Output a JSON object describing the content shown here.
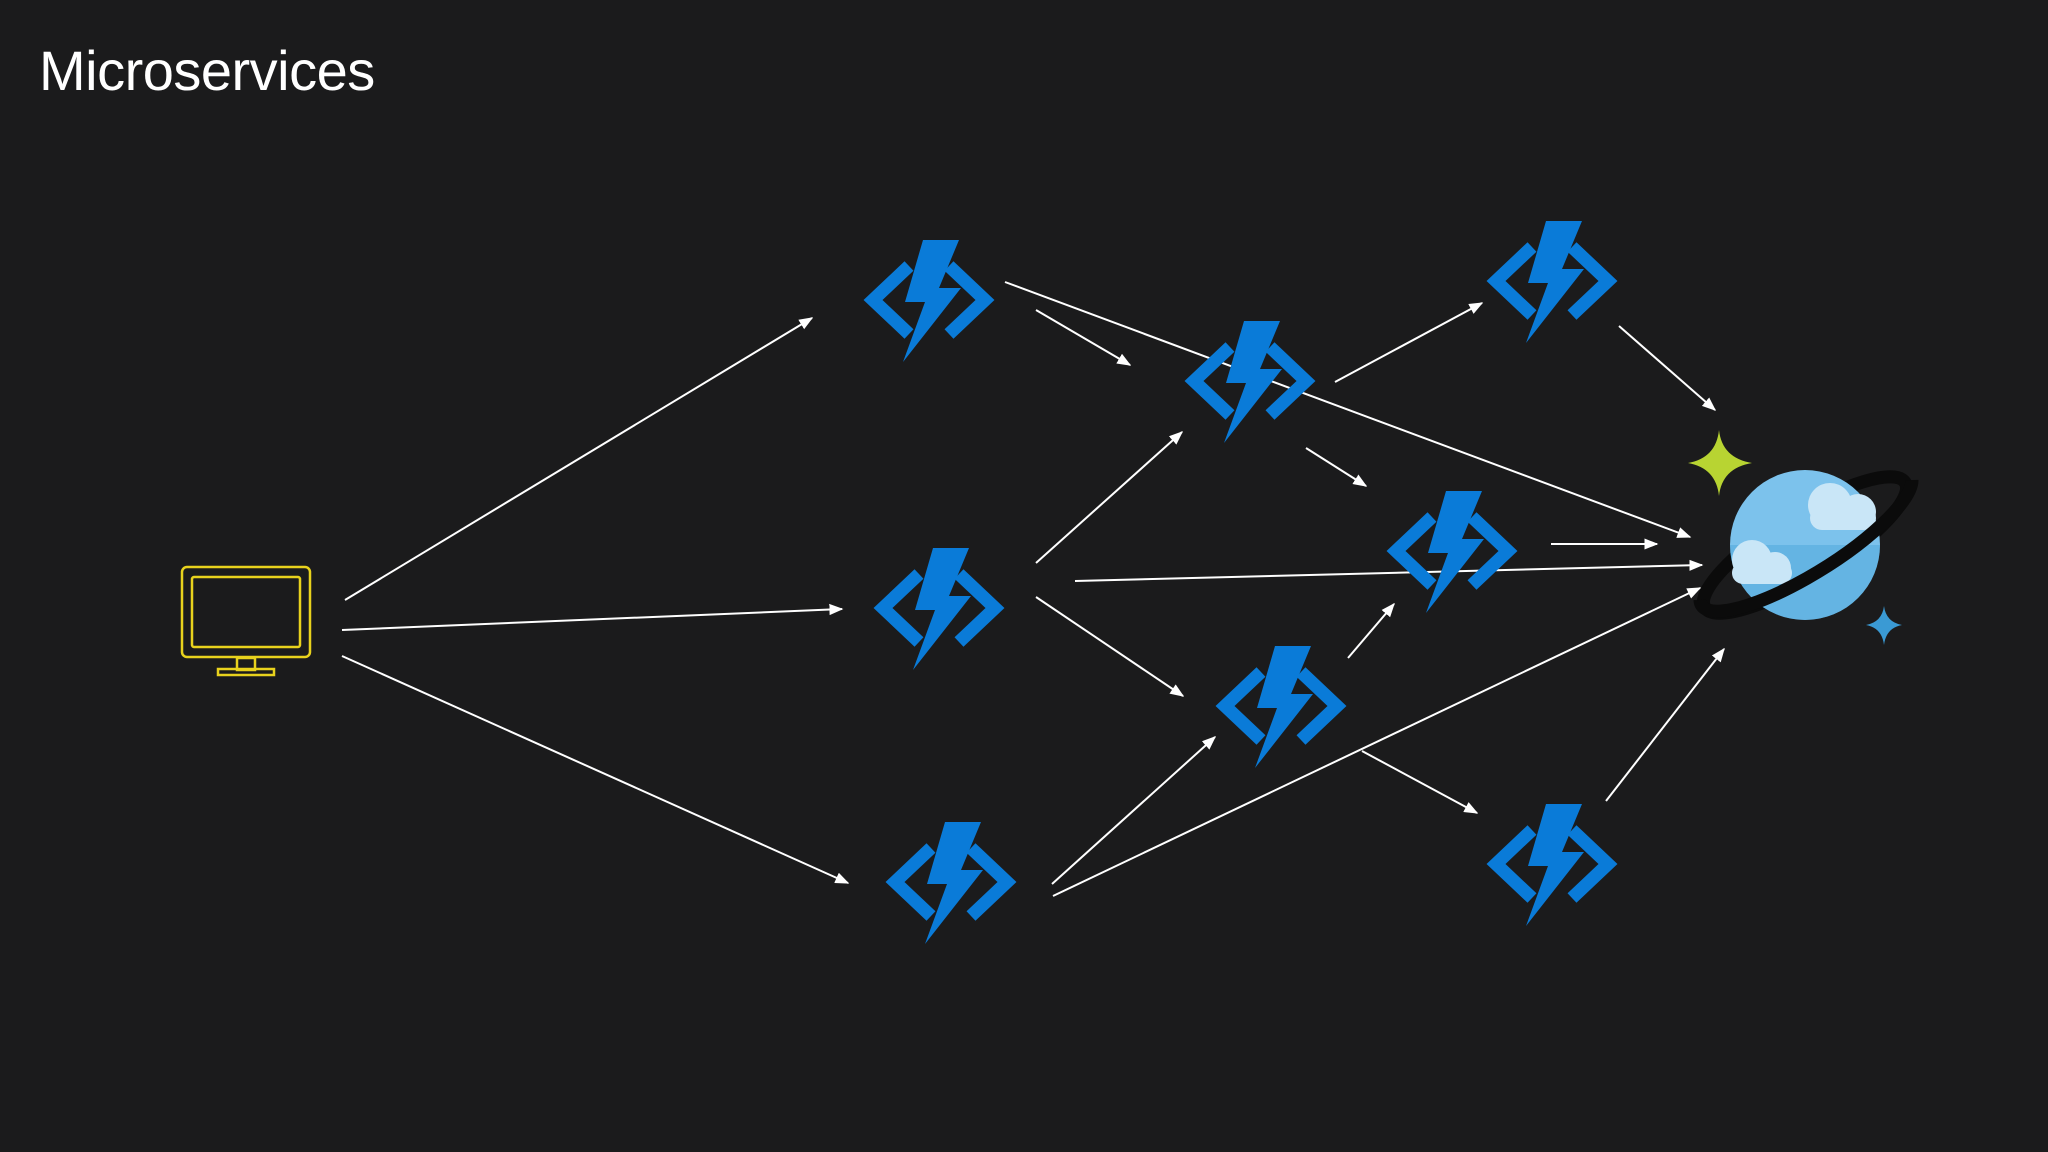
{
  "slide": {
    "title": "Microservices"
  },
  "colors": {
    "background": "#1b1b1c",
    "title": "#ffffff",
    "arrow": "#ffffff",
    "function_blue": "#0a7bd8",
    "monitor_yellow": "#e8d21d",
    "planet_light": "#7cc2ec",
    "planet_dark": "#3a9ad4",
    "cloud": "#c9e6f7",
    "sparkle_green": "#b8d432",
    "sparkle_blue": "#3a9ad4",
    "ring": "#0b0b0b"
  },
  "nodes": {
    "client": {
      "icon": "monitor-icon"
    },
    "functions": [
      {
        "id": "f1",
        "icon": "azure-function-icon"
      },
      {
        "id": "f2",
        "icon": "azure-function-icon"
      },
      {
        "id": "f3",
        "icon": "azure-function-icon"
      },
      {
        "id": "f4",
        "icon": "azure-function-icon"
      },
      {
        "id": "f5",
        "icon": "azure-function-icon"
      },
      {
        "id": "f6",
        "icon": "azure-function-icon"
      },
      {
        "id": "f7",
        "icon": "azure-function-icon"
      },
      {
        "id": "f8",
        "icon": "azure-function-icon"
      }
    ],
    "database": {
      "icon": "cosmos-db-planet-icon"
    }
  }
}
